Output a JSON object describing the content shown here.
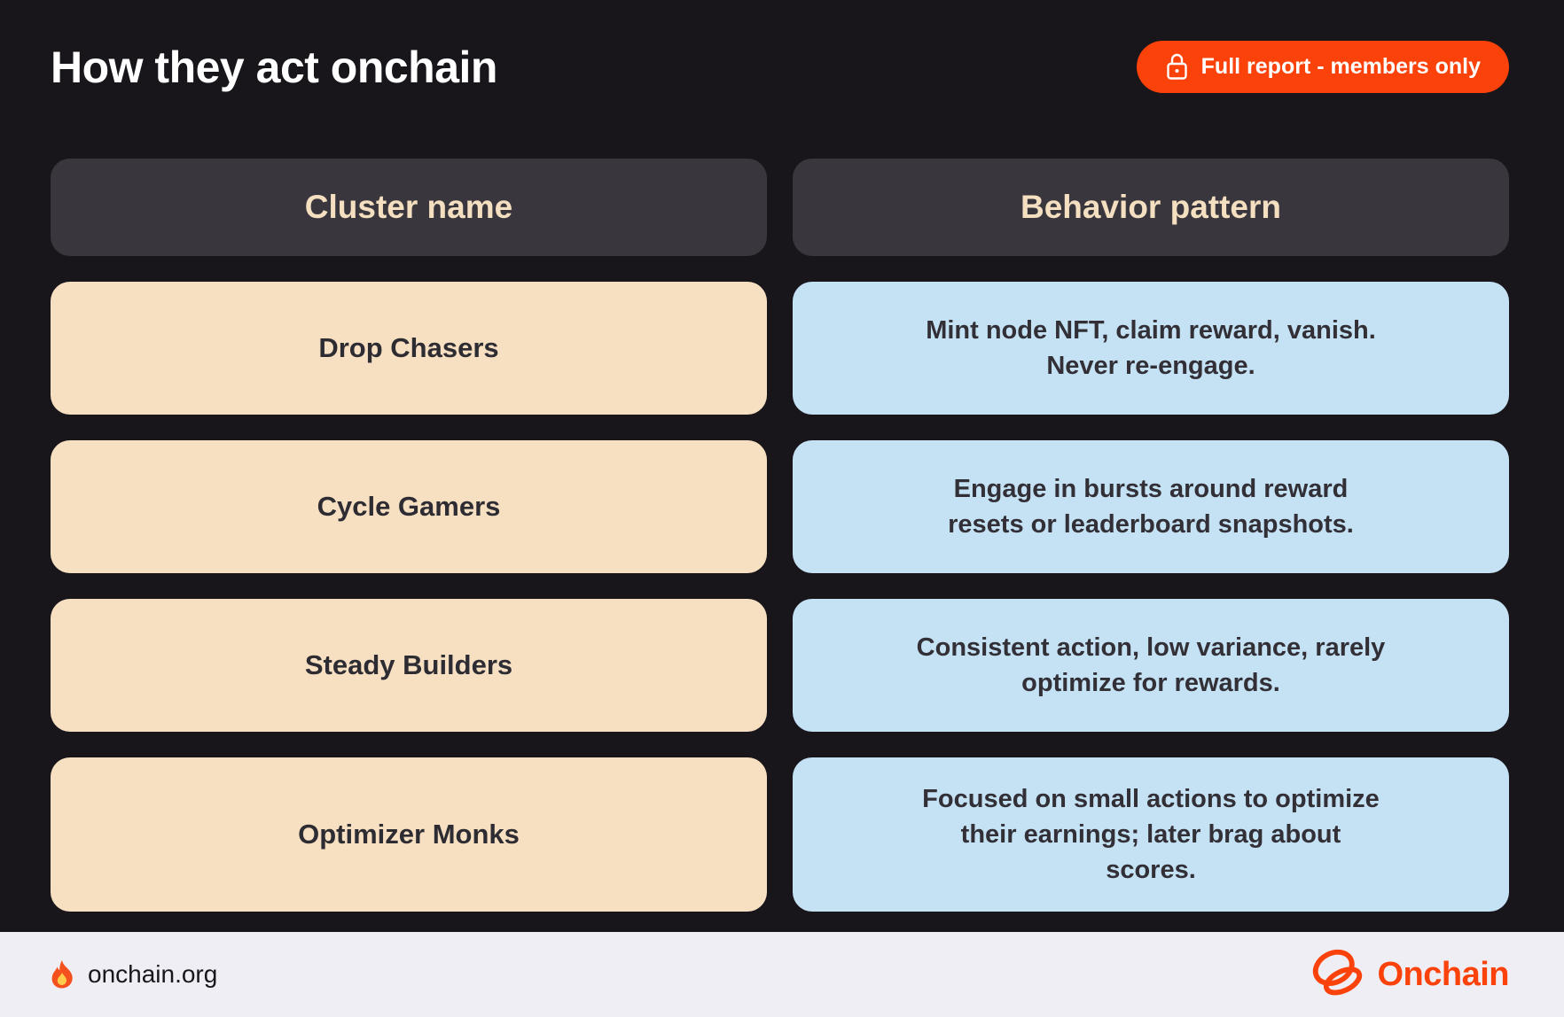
{
  "title": "How they act onchain",
  "badge": {
    "label": "Full report - members only",
    "icon": "lock"
  },
  "table": {
    "headers": {
      "cluster": "Cluster name",
      "behavior": "Behavior pattern"
    },
    "rows": [
      {
        "cluster": "Drop Chasers",
        "behavior": "Mint node NFT, claim reward, vanish.\nNever re-engage."
      },
      {
        "cluster": "Cycle Gamers",
        "behavior": "Engage in bursts around reward\nresets or leaderboard snapshots."
      },
      {
        "cluster": "Steady Builders",
        "behavior": "Consistent action, low variance, rarely\noptimize for rewards."
      },
      {
        "cluster": "Optimizer Monks",
        "behavior": "Focused on small actions to optimize\ntheir earnings; later brag about\nscores."
      }
    ]
  },
  "footer": {
    "site": "onchain.org",
    "site_icon": "flame-icon",
    "brand": "Onchain",
    "brand_icon": "knot-icon"
  },
  "colors": {
    "background": "#18151b",
    "accent_orange": "#fb420a",
    "header_box": "#3a363d",
    "header_text": "#f5dfc1",
    "cluster_cell": "#f7e0c2",
    "behavior_cell": "#c5e2f5",
    "cell_text": "#323036",
    "footer_background": "#efeef4"
  }
}
